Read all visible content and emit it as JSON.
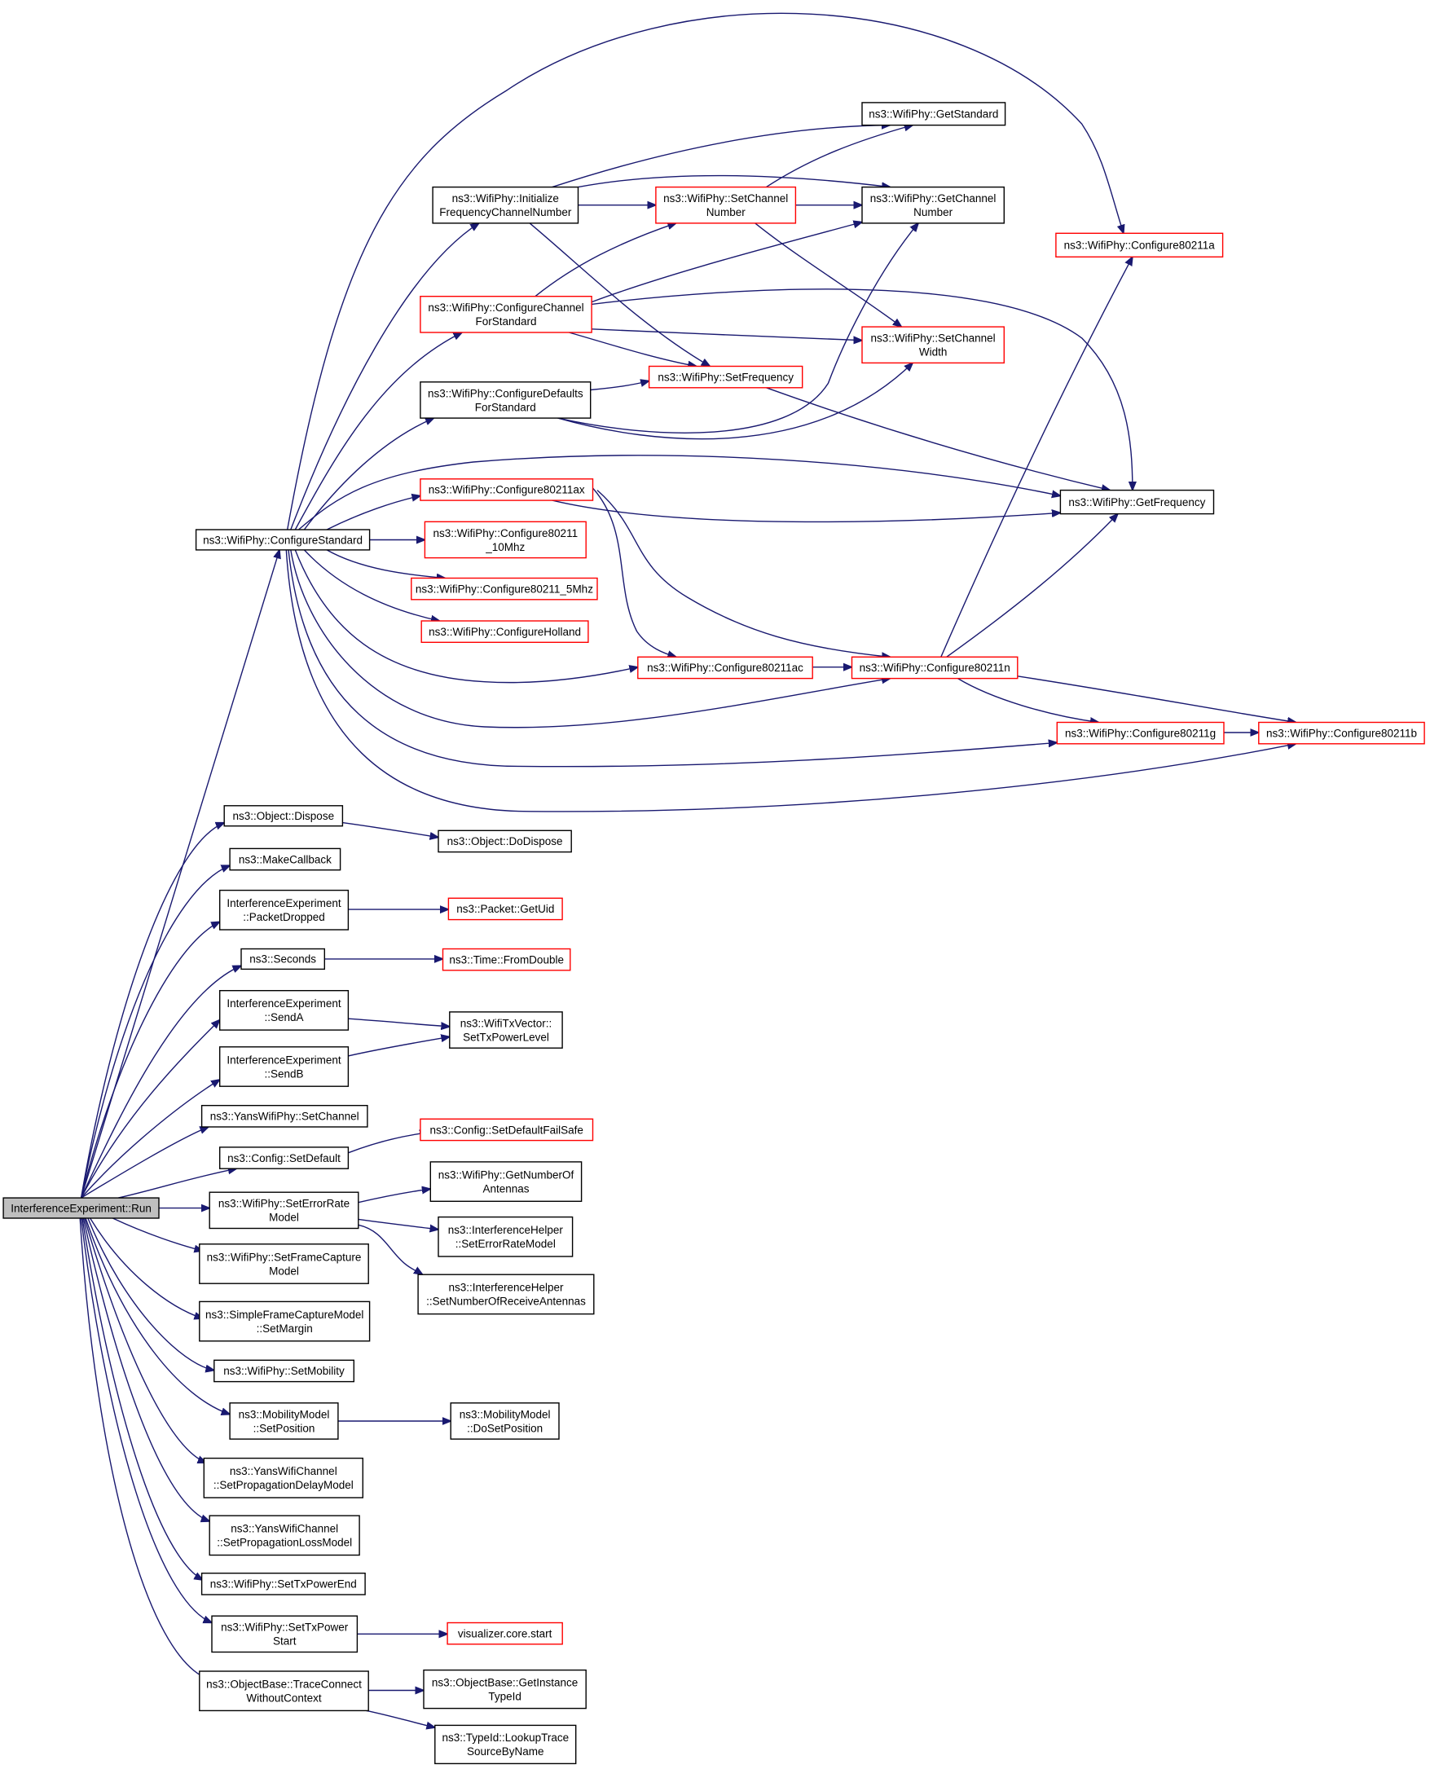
{
  "nodes": [
    {
      "id": "root",
      "lines": [
        "InterferenceExperiment::Run"
      ],
      "style": "root"
    },
    {
      "id": "cfgstd",
      "lines": [
        "ns3::WifiPhy::ConfigureStandard"
      ],
      "style": "normal"
    },
    {
      "id": "initfreq",
      "lines": [
        "ns3::WifiPhy::Initialize",
        "FrequencyChannelNumber"
      ],
      "style": "normal"
    },
    {
      "id": "setchnum",
      "lines": [
        "ns3::WifiPhy::SetChannel",
        "Number"
      ],
      "style": "ref"
    },
    {
      "id": "getstd",
      "lines": [
        "ns3::WifiPhy::GetStandard"
      ],
      "style": "normal"
    },
    {
      "id": "getchnum",
      "lines": [
        "ns3::WifiPhy::GetChannel",
        "Number"
      ],
      "style": "normal"
    },
    {
      "id": "c80211a",
      "lines": [
        "ns3::WifiPhy::Configure80211a"
      ],
      "style": "ref"
    },
    {
      "id": "cfgchstd",
      "lines": [
        "ns3::WifiPhy::ConfigureChannel",
        "ForStandard"
      ],
      "style": "ref"
    },
    {
      "id": "setchw",
      "lines": [
        "ns3::WifiPhy::SetChannel",
        "Width"
      ],
      "style": "ref"
    },
    {
      "id": "setfreq",
      "lines": [
        "ns3::WifiPhy::SetFrequency"
      ],
      "style": "ref"
    },
    {
      "id": "cfgdefstd",
      "lines": [
        "ns3::WifiPhy::ConfigureDefaults",
        "ForStandard"
      ],
      "style": "normal"
    },
    {
      "id": "c80211ax",
      "lines": [
        "ns3::WifiPhy::Configure80211ax"
      ],
      "style": "ref"
    },
    {
      "id": "getfreq",
      "lines": [
        "ns3::WifiPhy::GetFrequency"
      ],
      "style": "normal"
    },
    {
      "id": "c10mhz",
      "lines": [
        "ns3::WifiPhy::Configure80211",
        "_10Mhz"
      ],
      "style": "ref"
    },
    {
      "id": "c5mhz",
      "lines": [
        "ns3::WifiPhy::Configure80211_5Mhz"
      ],
      "style": "ref"
    },
    {
      "id": "cholland",
      "lines": [
        "ns3::WifiPhy::ConfigureHolland"
      ],
      "style": "ref"
    },
    {
      "id": "c80211ac",
      "lines": [
        "ns3::WifiPhy::Configure80211ac"
      ],
      "style": "ref"
    },
    {
      "id": "c80211n",
      "lines": [
        "ns3::WifiPhy::Configure80211n"
      ],
      "style": "ref"
    },
    {
      "id": "c80211g",
      "lines": [
        "ns3::WifiPhy::Configure80211g"
      ],
      "style": "ref"
    },
    {
      "id": "c80211b",
      "lines": [
        "ns3::WifiPhy::Configure80211b"
      ],
      "style": "ref"
    },
    {
      "id": "dispose",
      "lines": [
        "ns3::Object::Dispose"
      ],
      "style": "normal"
    },
    {
      "id": "dodispose",
      "lines": [
        "ns3::Object::DoDispose"
      ],
      "style": "normal"
    },
    {
      "id": "makecb",
      "lines": [
        "ns3::MakeCallback"
      ],
      "style": "normal"
    },
    {
      "id": "pktdrop",
      "lines": [
        "InterferenceExperiment",
        "::PacketDropped"
      ],
      "style": "normal"
    },
    {
      "id": "getuid",
      "lines": [
        "ns3::Packet::GetUid"
      ],
      "style": "ref"
    },
    {
      "id": "seconds",
      "lines": [
        "ns3::Seconds"
      ],
      "style": "normal"
    },
    {
      "id": "fromdouble",
      "lines": [
        "ns3::Time::FromDouble"
      ],
      "style": "ref"
    },
    {
      "id": "senda",
      "lines": [
        "InterferenceExperiment",
        "::SendA"
      ],
      "style": "normal"
    },
    {
      "id": "settxpl",
      "lines": [
        "ns3::WifiTxVector::",
        "SetTxPowerLevel"
      ],
      "style": "normal"
    },
    {
      "id": "sendb",
      "lines": [
        "InterferenceExperiment",
        "::SendB"
      ],
      "style": "normal"
    },
    {
      "id": "yanssetch",
      "lines": [
        "ns3::YansWifiPhy::SetChannel"
      ],
      "style": "normal"
    },
    {
      "id": "cfgsetdef",
      "lines": [
        "ns3::Config::SetDefault"
      ],
      "style": "normal"
    },
    {
      "id": "cfgsetdeffs",
      "lines": [
        "ns3::Config::SetDefaultFailSafe"
      ],
      "style": "ref"
    },
    {
      "id": "seterm",
      "lines": [
        "ns3::WifiPhy::SetErrorRate",
        "Model"
      ],
      "style": "normal"
    },
    {
      "id": "getnumant",
      "lines": [
        "ns3::WifiPhy::GetNumberOf",
        "Antennas"
      ],
      "style": "normal"
    },
    {
      "id": "ihseterm",
      "lines": [
        "ns3::InterferenceHelper",
        "::SetErrorRateModel"
      ],
      "style": "normal"
    },
    {
      "id": "ihsetnra",
      "lines": [
        "ns3::InterferenceHelper",
        "::SetNumberOfReceiveAntennas"
      ],
      "style": "normal"
    },
    {
      "id": "setfcm",
      "lines": [
        "ns3::WifiPhy::SetFrameCapture",
        "Model"
      ],
      "style": "normal"
    },
    {
      "id": "sfcmmargin",
      "lines": [
        "ns3::SimpleFrameCaptureModel",
        "::SetMargin"
      ],
      "style": "normal"
    },
    {
      "id": "setmob",
      "lines": [
        "ns3::WifiPhy::SetMobility"
      ],
      "style": "normal"
    },
    {
      "id": "mmsetpos",
      "lines": [
        "ns3::MobilityModel",
        "::SetPosition"
      ],
      "style": "normal"
    },
    {
      "id": "mmdosetpos",
      "lines": [
        "ns3::MobilityModel",
        "::DoSetPosition"
      ],
      "style": "normal"
    },
    {
      "id": "ywcdelay",
      "lines": [
        "ns3::YansWifiChannel",
        "::SetPropagationDelayModel"
      ],
      "style": "normal"
    },
    {
      "id": "ywcloss",
      "lines": [
        "ns3::YansWifiChannel",
        "::SetPropagationLossModel"
      ],
      "style": "normal"
    },
    {
      "id": "settxend",
      "lines": [
        "ns3::WifiPhy::SetTxPowerEnd"
      ],
      "style": "normal"
    },
    {
      "id": "settxstart",
      "lines": [
        "ns3::WifiPhy::SetTxPower",
        "Start"
      ],
      "style": "normal"
    },
    {
      "id": "vizstart",
      "lines": [
        "visualizer.core.start"
      ],
      "style": "ref"
    },
    {
      "id": "tracecon",
      "lines": [
        "ns3::ObjectBase::TraceConnect",
        "WithoutContext"
      ],
      "style": "normal"
    },
    {
      "id": "getinsttid",
      "lines": [
        "ns3::ObjectBase::GetInstance",
        "TypeId"
      ],
      "style": "normal"
    },
    {
      "id": "lookuptrace",
      "lines": [
        "ns3::TypeId::LookupTrace",
        "SourceByName"
      ],
      "style": "normal"
    }
  ],
  "edges": [
    [
      "root",
      "cfgstd"
    ],
    [
      "root",
      "dispose"
    ],
    [
      "root",
      "makecb"
    ],
    [
      "root",
      "pktdrop"
    ],
    [
      "root",
      "seconds"
    ],
    [
      "root",
      "senda"
    ],
    [
      "root",
      "sendb"
    ],
    [
      "root",
      "yanssetch"
    ],
    [
      "root",
      "cfgsetdef"
    ],
    [
      "root",
      "seterm"
    ],
    [
      "root",
      "setfcm"
    ],
    [
      "root",
      "sfcmmargin"
    ],
    [
      "root",
      "setmob"
    ],
    [
      "root",
      "mmsetpos"
    ],
    [
      "root",
      "ywcdelay"
    ],
    [
      "root",
      "ywcloss"
    ],
    [
      "root",
      "settxend"
    ],
    [
      "root",
      "settxstart"
    ],
    [
      "root",
      "tracecon"
    ],
    [
      "cfgstd",
      "c80211a"
    ],
    [
      "cfgstd",
      "initfreq"
    ],
    [
      "cfgstd",
      "cfgchstd"
    ],
    [
      "cfgstd",
      "cfgdefstd"
    ],
    [
      "cfgstd",
      "getfreq"
    ],
    [
      "cfgstd",
      "c80211ax"
    ],
    [
      "cfgstd",
      "c10mhz"
    ],
    [
      "cfgstd",
      "c5mhz"
    ],
    [
      "cfgstd",
      "cholland"
    ],
    [
      "cfgstd",
      "c80211ac"
    ],
    [
      "cfgstd",
      "c80211n"
    ],
    [
      "cfgstd",
      "c80211g"
    ],
    [
      "cfgstd",
      "c80211b"
    ],
    [
      "initfreq",
      "getstd"
    ],
    [
      "initfreq",
      "getchnum"
    ],
    [
      "initfreq",
      "setchnum"
    ],
    [
      "initfreq",
      "setfreq"
    ],
    [
      "setchnum",
      "getstd"
    ],
    [
      "setchnum",
      "getchnum"
    ],
    [
      "setchnum",
      "setchw"
    ],
    [
      "cfgchstd",
      "setchnum"
    ],
    [
      "cfgchstd",
      "getchnum"
    ],
    [
      "cfgchstd",
      "getfreq"
    ],
    [
      "cfgchstd",
      "setchw"
    ],
    [
      "cfgchstd",
      "setfreq"
    ],
    [
      "cfgdefstd",
      "setfreq"
    ],
    [
      "cfgdefstd",
      "getchnum"
    ],
    [
      "cfgdefstd",
      "setchw"
    ],
    [
      "setfreq",
      "getfreq"
    ],
    [
      "c80211ax",
      "getfreq"
    ],
    [
      "c80211ax",
      "c80211ac"
    ],
    [
      "c80211ax",
      "c80211n"
    ],
    [
      "c80211ac",
      "c80211n"
    ],
    [
      "c80211n",
      "c80211a"
    ],
    [
      "c80211n",
      "getfreq"
    ],
    [
      "c80211n",
      "c80211g"
    ],
    [
      "c80211n",
      "c80211b"
    ],
    [
      "c80211g",
      "c80211b"
    ],
    [
      "dispose",
      "dodispose"
    ],
    [
      "pktdrop",
      "getuid"
    ],
    [
      "seconds",
      "fromdouble"
    ],
    [
      "senda",
      "settxpl"
    ],
    [
      "sendb",
      "settxpl"
    ],
    [
      "cfgsetdef",
      "cfgsetdeffs"
    ],
    [
      "seterm",
      "getnumant"
    ],
    [
      "seterm",
      "ihseterm"
    ],
    [
      "seterm",
      "ihsetnra"
    ],
    [
      "mmsetpos",
      "mmdosetpos"
    ],
    [
      "settxstart",
      "vizstart"
    ],
    [
      "tracecon",
      "getinsttid"
    ],
    [
      "tracecon",
      "lookuptrace"
    ]
  ],
  "colors": {
    "edge": "#191970",
    "normal_border": "#000000",
    "ref_border": "#ff0000",
    "root_fill": "#bfbfbf"
  }
}
